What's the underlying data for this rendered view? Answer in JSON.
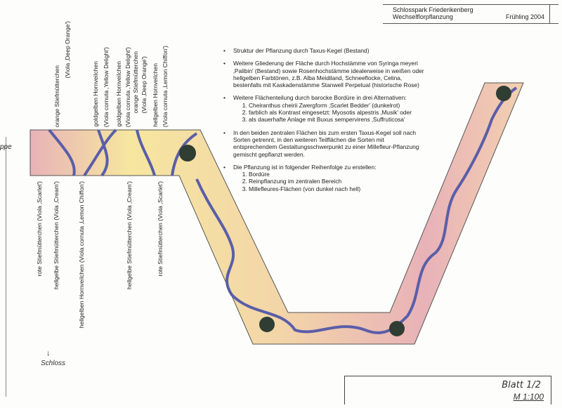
{
  "title_block": {
    "line1": "Schlosspark Friederikenberg",
    "line2": "Wechselflorpflanzung",
    "season": "Frühling 2004"
  },
  "notes": [
    {
      "text": "Struktur der Pflanzung durch Taxus-Kegel (Bestand)"
    },
    {
      "text": "Weitere Gliederung der Fläche durch Hochstämme von Syringa meyeri ‚Palibin' (Bestand) sowie Rosenhochstämme idealerweise in weißen oder hellgelben Farbtönen, z.B. Alba Meidiland, Schneeflocke, Celina, bestenfalls mit Kaskadenstämme Stanwell Perpetual  (historische Rose)"
    },
    {
      "text": "Weitere Flächenteilung durch barocke Bordüre in drei Alternativen:",
      "items": [
        "Cheiranthus cheirii Zwergform ‚Scarlet Bedder' (dunkelrot)",
        "farblich als Kontrast eingesetzt: Myosotis alpestris ‚Musik' oder",
        "als dauerhafte Anlage mit Buxus sempervirens ‚Suffruticosa'"
      ]
    },
    {
      "text": "In den beiden zentralen Flächen bis zum ersten Taxus-Kegel soll nach Sorten getrennt, in den weiteren Teilflächen die Sorten mit entsprechendem Gestaltungsschwerpunkt zu einer Millefleur-Pflanzung gemischt gepflanzt werden."
    },
    {
      "text": "Die Pflanzung ist in folgender Reihenfolge zu erstellen:",
      "items": [
        "Bordüre",
        "Reinpflanzung im zentralen Bereich",
        "Millefleures-Flächen (von dunkel nach hell)"
      ]
    }
  ],
  "top_labels": [
    "orange Stiefmütterchen",
    "(Viola ‚Deep Orange')",
    "goldgelben Hornveilchen",
    "(Viola cornuta ‚Yellow Delight')",
    "goldgelben Hornveilchen",
    "(Viola cornuta ‚Yellow Delight')",
    "orange Stiefmütterchen",
    "(Viola ‚Deep Orange')",
    "hellgelben Hornveilchen",
    "(Viola cornuta ‚Lemon Chiffon')"
  ],
  "bottom_labels": [
    "rote Stiefmütterchen (Viola ‚Scarlet')",
    "hellgelbe Stiefmütterchen (Viola ‚Cream')",
    "hellgelben Hornveilchen (Viola cornuta ‚Lemon Chiffon')",
    "hellgelbe Stiefmütterchen (Viola ‚Cream')",
    "rote Stiefmütterchen (Viola ‚Scarlet')"
  ],
  "left_fragment": "ppe",
  "schloss_label": "Schloss",
  "footer": {
    "sheet": "Blatt 1/2",
    "scale": "M 1:100"
  },
  "colors": {
    "bed_fill": "#f3d6a8",
    "pink": "#e8b2b8",
    "yellow": "#f6e6a0",
    "border": "#5a5ea8",
    "taxus": "#2f3d33"
  }
}
